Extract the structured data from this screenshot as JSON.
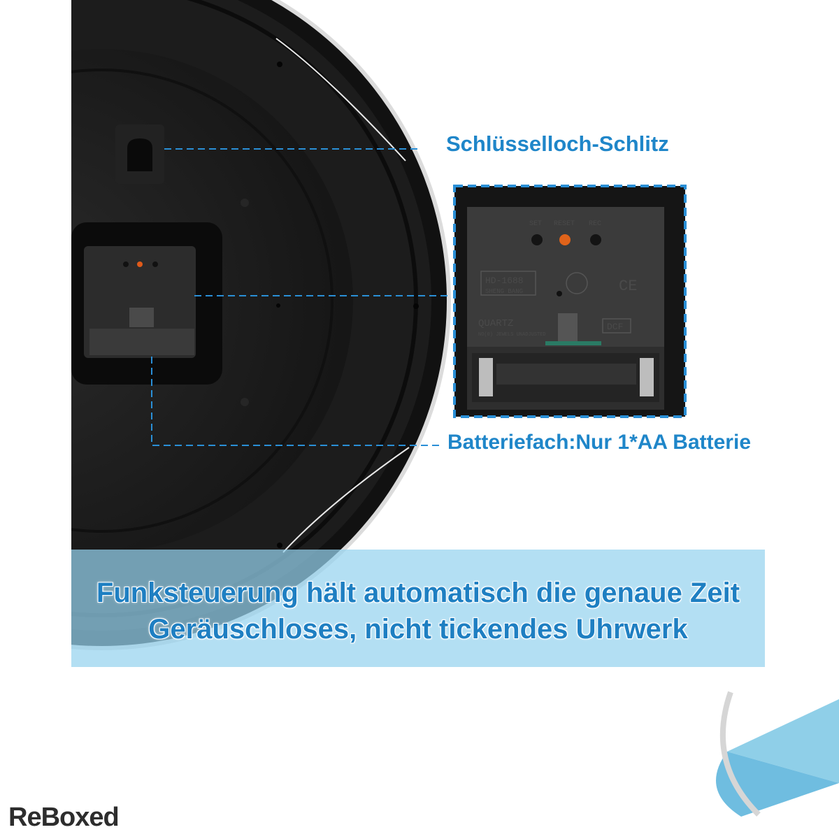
{
  "callouts": {
    "keyhole_label": "Schlüsselloch-Schlitz",
    "battery_label": "Batteriefach:Nur 1*AA Batterie"
  },
  "banner": {
    "line1": "Funksteuerung hält automatisch die genaue Zeit",
    "line2": "Geräuschloses, nicht tickendes Uhrwerk"
  },
  "movement": {
    "buttons": [
      "SET",
      "RESET",
      "REC"
    ],
    "model": "HD-1688",
    "maker": "SHENG BANG",
    "type": "QUARTZ",
    "jewels": "NO(0) JEWELS UNADJUSTED",
    "signal": "DCF",
    "ce_mark": "CE"
  },
  "brand": {
    "logo": "ReBoxed"
  },
  "colors": {
    "accent": "#1f86c9",
    "banner": "#96d2ee",
    "clock_body": "#1a1a1a"
  }
}
